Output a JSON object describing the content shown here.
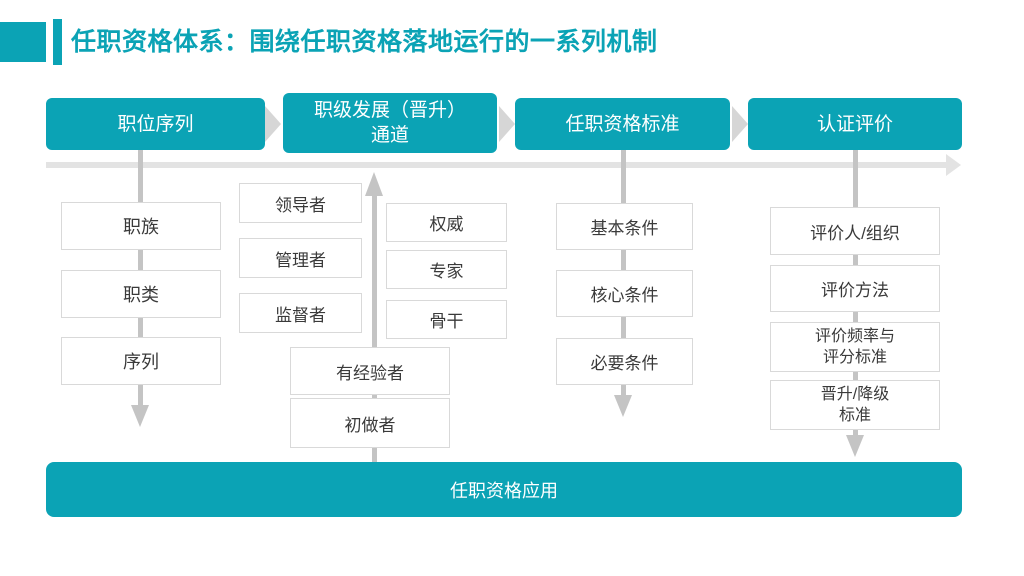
{
  "colors": {
    "accent": "#0ba3b5",
    "connector_gray": "#c4c4c4",
    "timeline_gray": "#e3e3e3",
    "chevron_gray": "#d6d6d6",
    "box_border": "#d9d9d9",
    "box_text": "#3a3a3a"
  },
  "title": "任职资格体系：围绕任职资格落地运行的一系列机制",
  "stages": [
    {
      "label": "职位序列"
    },
    {
      "label": "职级发展（晋升）\n通道"
    },
    {
      "label": "任职资格标准"
    },
    {
      "label": "认证评价"
    }
  ],
  "columns": {
    "position_sequence": {
      "items": [
        "职族",
        "职类",
        "序列"
      ]
    },
    "promotion_channel": {
      "management_track": [
        "领导者",
        "管理者",
        "监督者"
      ],
      "professional_track": [
        "权威",
        "专家",
        "骨干"
      ],
      "entry_levels": [
        "有经验者",
        "初做者"
      ]
    },
    "qualification_standard": {
      "items": [
        "基本条件",
        "核心条件",
        "必要条件"
      ]
    },
    "certification_evaluation": {
      "items": [
        "评价人/组织",
        "评价方法",
        "评价频率与\n评分标准",
        "晋升/降级\n标准"
      ]
    }
  },
  "footer": {
    "label": "任职资格应用"
  }
}
